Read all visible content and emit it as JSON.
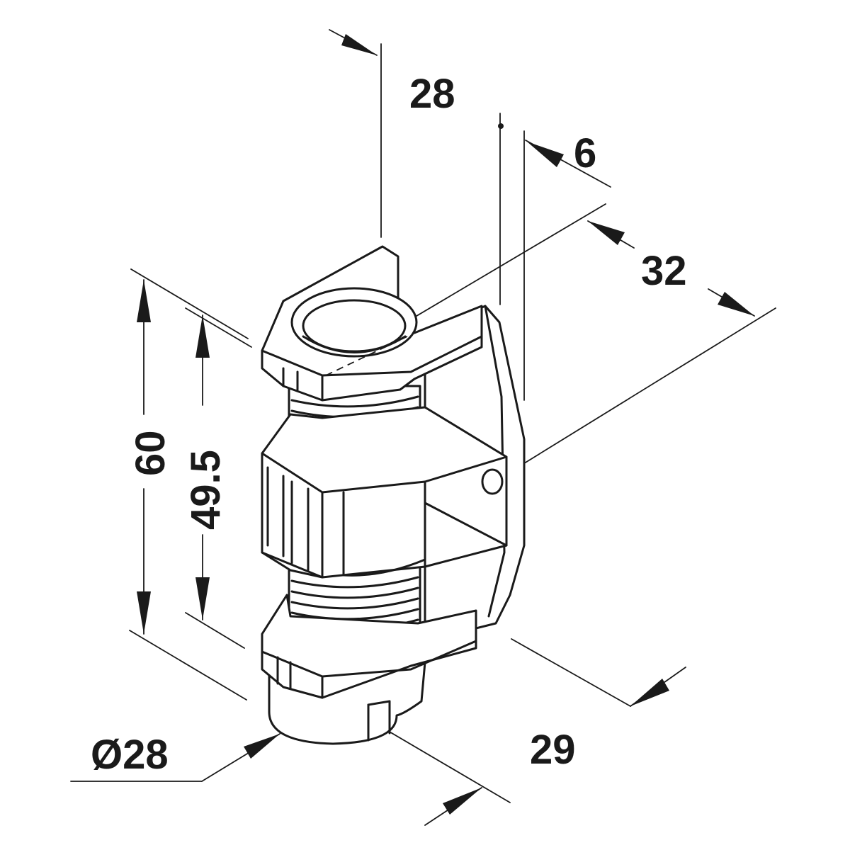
{
  "dimensions": {
    "top_depth": "28",
    "offset": "6",
    "pin_spacing": "32",
    "total_height": "60",
    "inner_height": "49.5",
    "diameter": "Ø28",
    "base_depth": "29"
  },
  "colors": {
    "ink": "#1a1a1a",
    "background": "#ffffff"
  }
}
